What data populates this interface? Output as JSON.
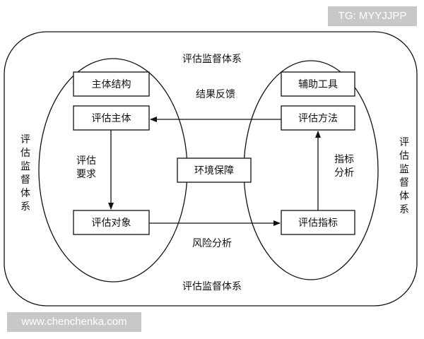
{
  "watermark_top": "TG: MYYJJPP",
  "watermark_bottom": "www.chenchenka.com",
  "frame_label": "评估监督体系",
  "boxes": {
    "subject_structure": "主体结构",
    "assessor": "评估主体",
    "assessed_object": "评估对象",
    "environment": "环境保障",
    "aux_tools": "辅助工具",
    "method": "评估方法",
    "indicators": "评估指标"
  },
  "edge_labels": {
    "result_feedback": "结果反馈",
    "risk_analysis": "风险分析",
    "requirement": "评估要求",
    "indicator_analysis": "指标分析"
  }
}
